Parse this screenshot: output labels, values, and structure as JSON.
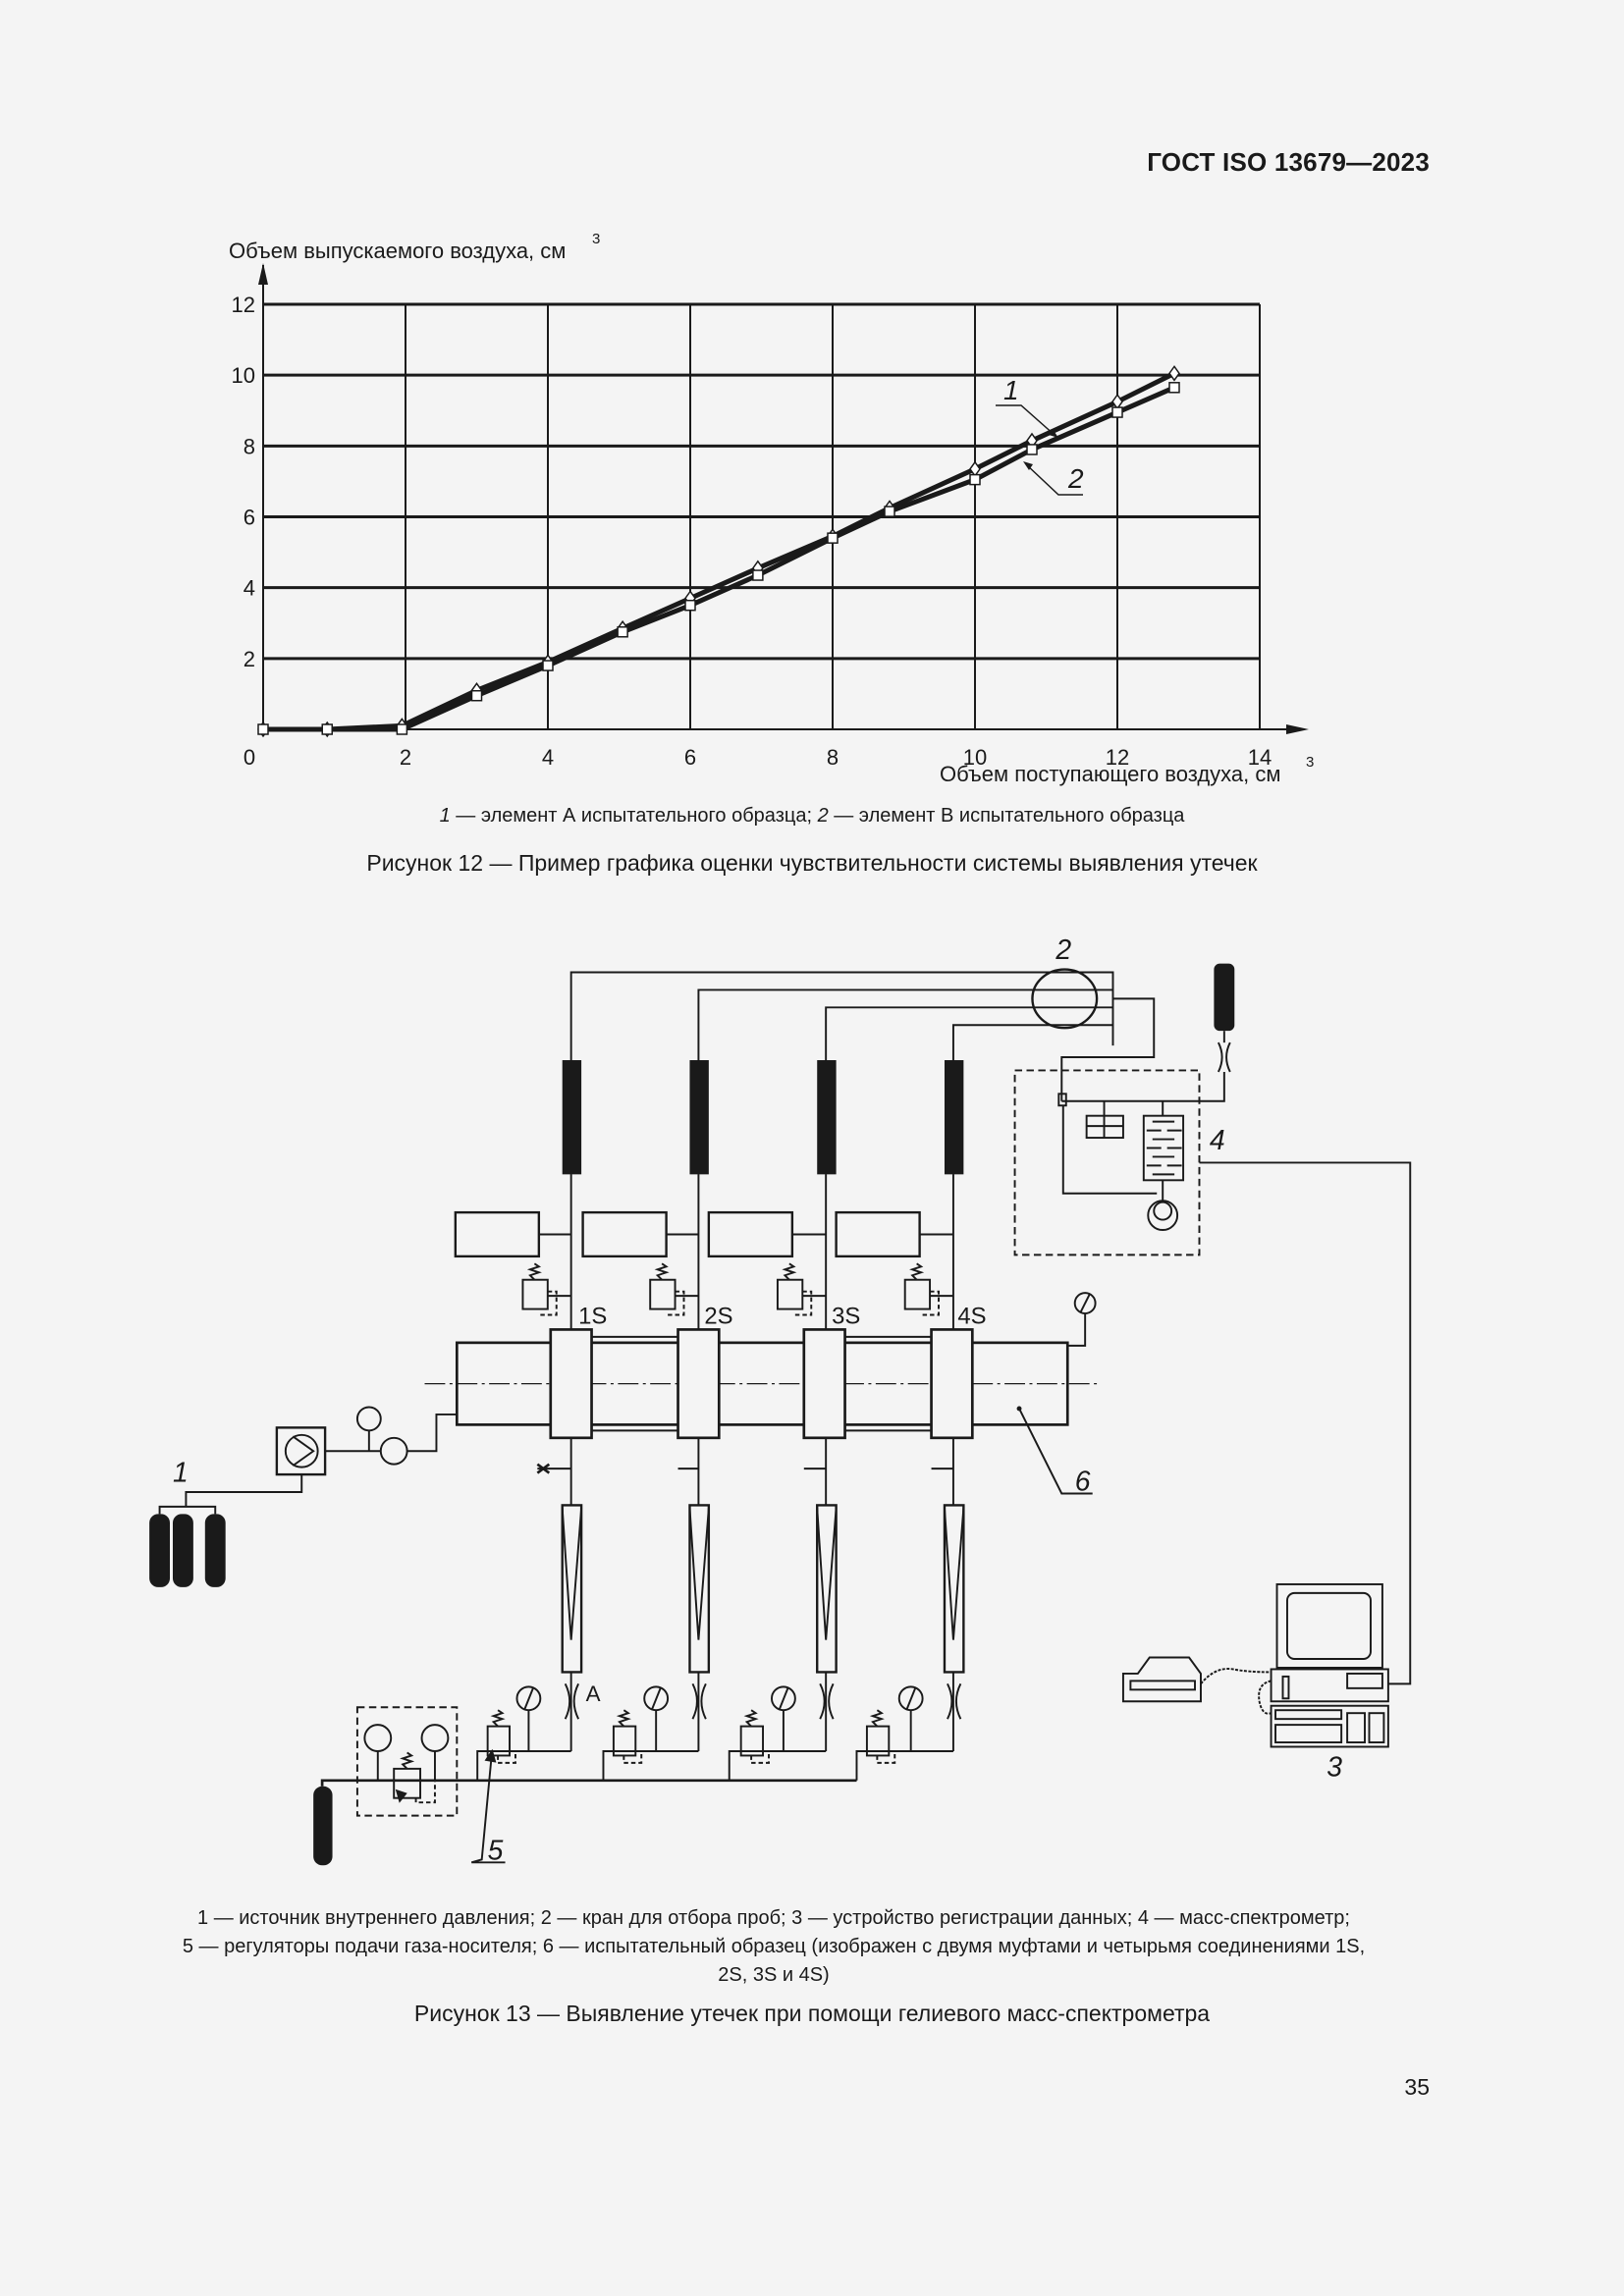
{
  "header": {
    "standard_id": "ГОСТ ISO 13679—2023"
  },
  "figure12": {
    "legend": {
      "item1_num": "1",
      "item1_text": " — элемент А испытательного образца; ",
      "item2_num": "2",
      "item2_text": " — элемент В испытательного образца"
    },
    "caption": "Рисунок 12 — Пример графика оценки чувствительности системы выявления утечек"
  },
  "chart_data": {
    "type": "line",
    "title": "",
    "xlabel": "Объем поступающего воздуха, см³",
    "ylabel": "Объем выпускаемого воздуха, см³",
    "xlim": [
      0,
      14
    ],
    "ylim": [
      0,
      12
    ],
    "xticks": [
      0,
      2,
      4,
      6,
      8,
      10,
      12,
      14
    ],
    "yticks": [
      2,
      4,
      6,
      8,
      10,
      12
    ],
    "grid": true,
    "annotations": [
      {
        "label": "1",
        "target_series": "1"
      },
      {
        "label": "2",
        "target_series": "2"
      }
    ],
    "series": [
      {
        "name": "1",
        "marker": "diamond",
        "x": [
          0,
          0.9,
          1.95,
          3.0,
          4.0,
          5.05,
          6.0,
          6.95,
          8.0,
          8.8,
          10.0,
          10.8,
          12.0,
          12.8
        ],
        "y": [
          0,
          0,
          0.1,
          1.1,
          1.9,
          2.85,
          3.7,
          4.55,
          5.45,
          6.25,
          7.35,
          8.15,
          9.25,
          10.05
        ]
      },
      {
        "name": "2",
        "marker": "square",
        "x": [
          0,
          0.9,
          1.95,
          3.0,
          4.0,
          5.05,
          6.0,
          6.95,
          8.0,
          8.8,
          10.0,
          10.8,
          12.0,
          12.8
        ],
        "y": [
          0,
          0,
          0,
          0.95,
          1.8,
          2.75,
          3.5,
          4.35,
          5.4,
          6.15,
          7.05,
          7.9,
          8.95,
          9.65
        ]
      }
    ]
  },
  "figure13": {
    "labels": {
      "l1": "1",
      "l2": "2",
      "l3": "3",
      "l4": "4",
      "l5": "5",
      "l6": "6",
      "a": "A",
      "s1": "1S",
      "s2": "2S",
      "s3": "3S",
      "s4": "4S"
    },
    "legend": {
      "line1": "1 — источник внутреннего давления; 2 — кран для отбора проб; 3 — устройство регистрации данных; 4 — масс-спектрометр;",
      "line2": "5 — регуляторы подачи газа-носителя; 6 — испытательный образец (изображен с двумя муфтами и четырьмя соединениями 1S,",
      "line3": "2S, 3S и 4S)"
    },
    "caption": "Рисунок 13 — Выявление утечек при помощи гелиевого масс-спектрометра"
  },
  "page": {
    "number": "35"
  }
}
